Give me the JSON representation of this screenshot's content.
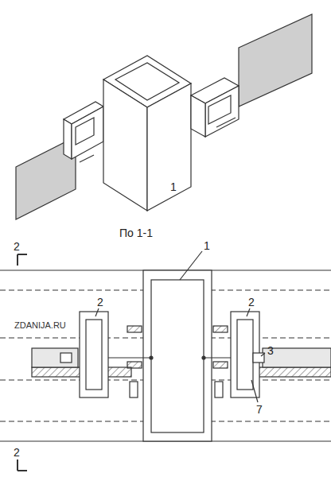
{
  "diagram": {
    "labels": [
      "1",
      "По 1-1",
      "2",
      "1",
      "2",
      "2",
      "3",
      "7",
      "ZDANIJA.RU",
      "2"
    ]
  }
}
